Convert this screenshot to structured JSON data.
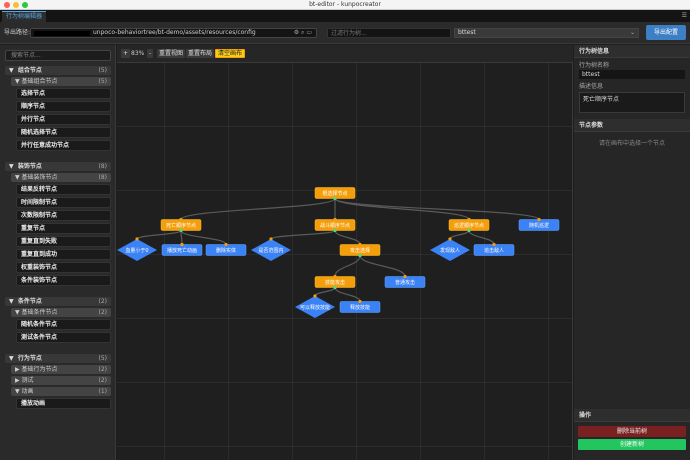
{
  "window": {
    "title": "bt-editor - kunpocreator"
  },
  "tab": {
    "label": "行为树编辑器"
  },
  "toolbar": {
    "path_label": "导出路径:",
    "path_value": "unpoco-behaviortree/bt-demo/assets/resources/config",
    "filter_placeholder": "过滤行为树...",
    "tree_select": "bttest",
    "export_label": "导出配置"
  },
  "left": {
    "search_placeholder": "搜索节点...",
    "groups": [
      {
        "name": "组合节点",
        "count": "(5)",
        "subs": [
          {
            "name": "基础组合节点",
            "count": "(5)",
            "open": true,
            "items": [
              "选择节点",
              "顺序节点",
              "并行节点",
              "随机选择节点",
              "并行任意成功节点"
            ]
          }
        ]
      },
      {
        "name": "装饰节点",
        "count": "(8)",
        "subs": [
          {
            "name": "基础装饰节点",
            "count": "(8)",
            "open": true,
            "items": [
              "结果反转节点",
              "时间限制节点",
              "次数限制节点",
              "重复节点",
              "重复直到失败",
              "重复直到成功",
              "权重装饰节点",
              "条件装饰节点"
            ]
          }
        ]
      },
      {
        "name": "条件节点",
        "count": "(2)",
        "subs": [
          {
            "name": "基础条件节点",
            "count": "(2)",
            "open": true,
            "items": [
              "随机条件节点",
              "测试条件节点"
            ]
          }
        ]
      },
      {
        "name": "行为节点",
        "count": "(5)",
        "subs": [
          {
            "name": "基础行为节点",
            "count": "(2)",
            "open": false,
            "items": []
          },
          {
            "name": "测试",
            "count": "(2)",
            "open": false,
            "items": []
          },
          {
            "name": "动画",
            "count": "(1)",
            "open": true,
            "items": [
              "播放动画"
            ]
          }
        ]
      }
    ]
  },
  "canvas": {
    "zoom": "83%",
    "zoom_in": "+",
    "zoom_out": "-",
    "reset_view": "重置视图",
    "reset_layout": "重置布局",
    "clear_canvas": "清空画布",
    "colors": {
      "composite": "#f59e0b",
      "action": "#3b82f6",
      "condition": "#3b82f6"
    },
    "nodes": [
      {
        "id": "root",
        "label": "根选择节点",
        "kind": "composite"
      },
      {
        "id": "death",
        "label": "死亡顺序节点",
        "kind": "composite",
        "parent": "root"
      },
      {
        "id": "fight",
        "label": "战斗顺序节点",
        "kind": "composite",
        "parent": "root"
      },
      {
        "id": "patrol",
        "label": "巡逻顺序节点",
        "kind": "composite",
        "parent": "root"
      },
      {
        "id": "rpatrol",
        "label": "随机巡逻",
        "kind": "action",
        "parent": "root"
      },
      {
        "id": "hp",
        "label": "血量小于0",
        "kind": "condition",
        "parent": "death"
      },
      {
        "id": "dieanim",
        "label": "播放死亡动画",
        "kind": "action",
        "parent": "death"
      },
      {
        "id": "remove",
        "label": "删除实体",
        "kind": "action",
        "parent": "death"
      },
      {
        "id": "inrange",
        "label": "是否范围内",
        "kind": "condition",
        "parent": "fight"
      },
      {
        "id": "atksel",
        "label": "攻击选择",
        "kind": "composite",
        "parent": "fight"
      },
      {
        "id": "found",
        "label": "发现敌人",
        "kind": "condition",
        "parent": "patrol"
      },
      {
        "id": "chase",
        "label": "追击敌人",
        "kind": "action",
        "parent": "patrol"
      },
      {
        "id": "skillatk",
        "label": "技能攻击",
        "kind": "composite",
        "parent": "atksel"
      },
      {
        "id": "normal",
        "label": "普通攻击",
        "kind": "action",
        "parent": "atksel"
      },
      {
        "id": "canskill",
        "label": "可以释放技能",
        "kind": "condition",
        "parent": "skillatk"
      },
      {
        "id": "skill",
        "label": "释放技能",
        "kind": "action",
        "parent": "skillatk"
      }
    ]
  },
  "right": {
    "info_title": "行为树信息",
    "name_label": "行为树名称",
    "name_value": "bttest",
    "desc_label": "描述信息",
    "desc_value": "死亡顺序节点",
    "params_title": "节点参数",
    "params_empty": "请在画布中选择一个节点",
    "ops_title": "操作",
    "delete_label": "删除当前树",
    "create_label": "创建新树"
  }
}
